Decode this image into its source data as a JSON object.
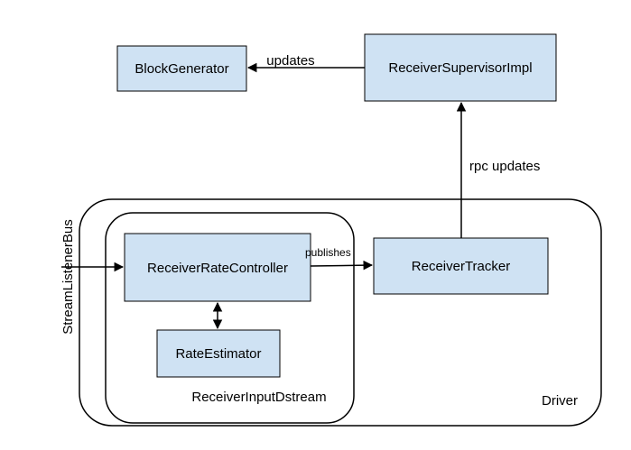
{
  "nodes": {
    "block_generator": "BlockGenerator",
    "receiver_supervisor_impl": "ReceiverSupervisorImpl",
    "receiver_rate_controller": "ReceiverRateController",
    "rate_estimator": "RateEstimator",
    "receiver_tracker": "ReceiverTracker"
  },
  "containers": {
    "driver": "Driver",
    "receiver_input_dstream": "ReceiverInputDstream"
  },
  "edges": {
    "updates": "updates",
    "rpc_updates": "rpc updates",
    "publishes": "publishes"
  },
  "side_label": "StreamListenerBus",
  "colors": {
    "node_fill": "#cfe2f3",
    "stroke": "#000000",
    "background": "#ffffff"
  }
}
